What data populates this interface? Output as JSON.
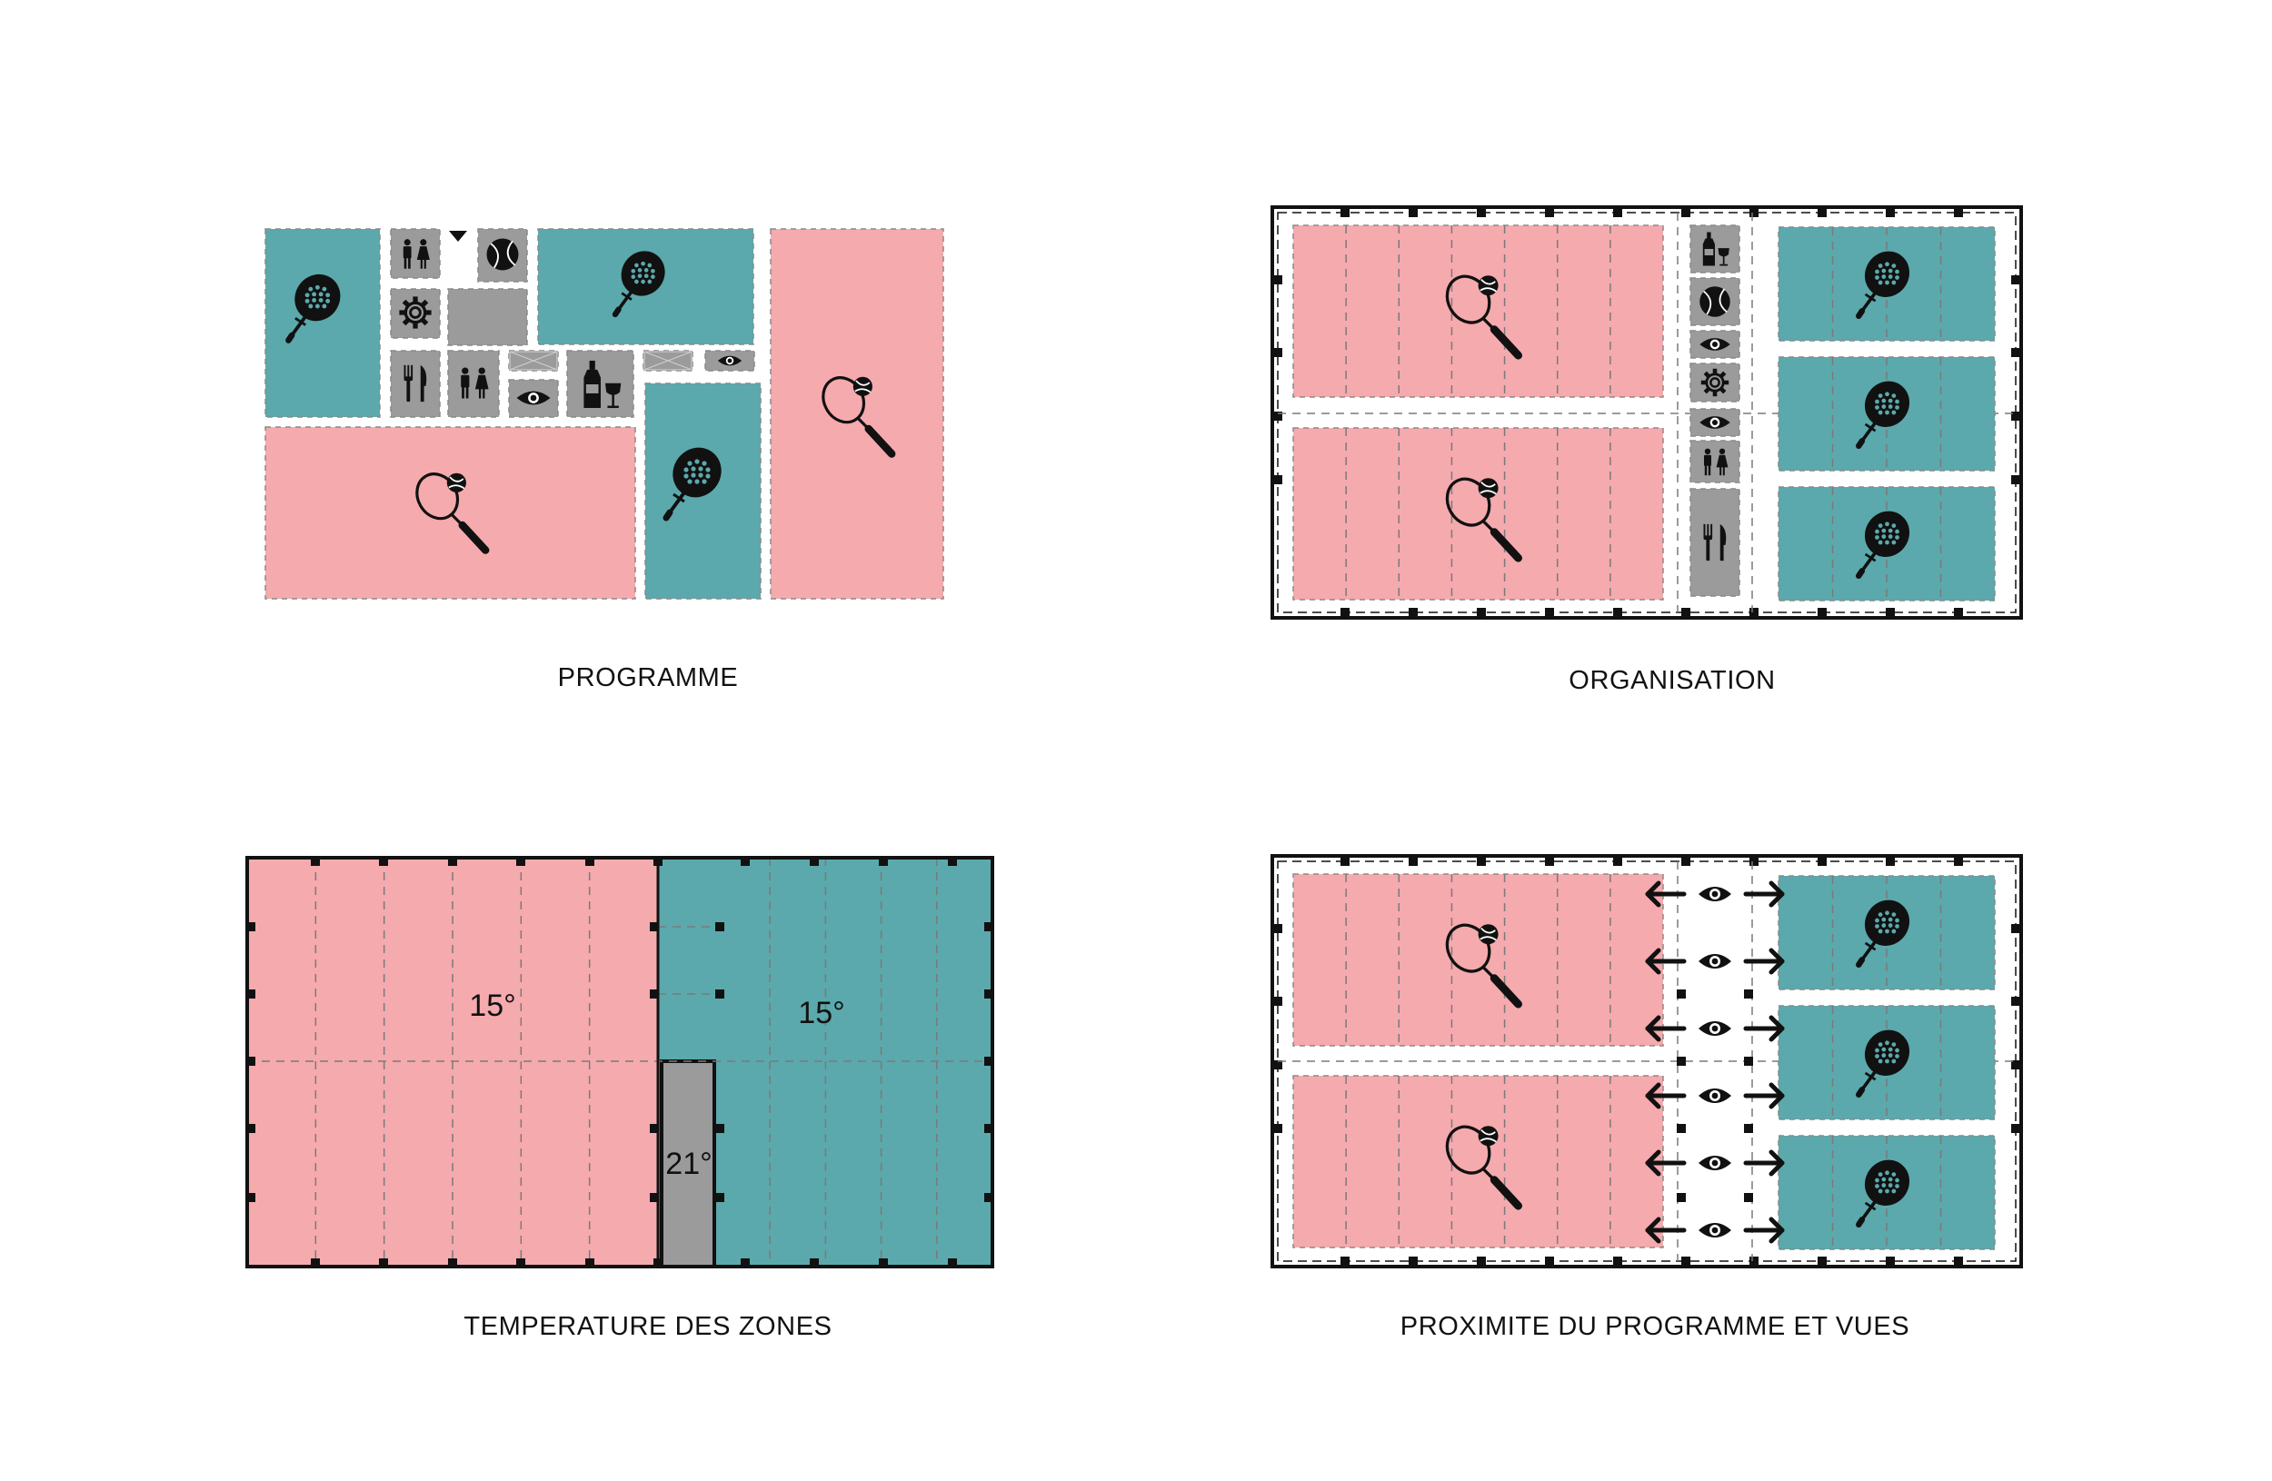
{
  "colors": {
    "tennis": "#f5aaae",
    "padel": "#5ba9ac",
    "service": "#9b9b9b",
    "ink": "#111111",
    "background": "#ffffff"
  },
  "programme": {
    "caption": "PROGRAMME",
    "icons": [
      "padel-racket-icon",
      "tennis-racket-icon",
      "toilets-icon",
      "tennis-ball-icon",
      "gear-icon",
      "cutlery-icon",
      "eye-icon",
      "bar-bottle-icon"
    ]
  },
  "organisation": {
    "caption": "ORGANISATION",
    "service_strip_icons": [
      "bar-bottle-icon",
      "tennis-ball-icon",
      "eye-icon",
      "gear-icon",
      "eye-icon",
      "toilets-icon",
      "cutlery-icon"
    ]
  },
  "temperature": {
    "caption": "TEMPERATURE DES ZONES",
    "zones": [
      {
        "name": "tennis",
        "label": "15°"
      },
      {
        "name": "padel",
        "label": "15°"
      },
      {
        "name": "service",
        "label": "21°"
      }
    ]
  },
  "proximity": {
    "caption": "PROXIMITE DU PROGRAMME ET VUES",
    "view_arrows": [
      "eye-icon",
      "eye-icon",
      "eye-icon",
      "eye-icon",
      "eye-icon",
      "eye-icon"
    ]
  }
}
